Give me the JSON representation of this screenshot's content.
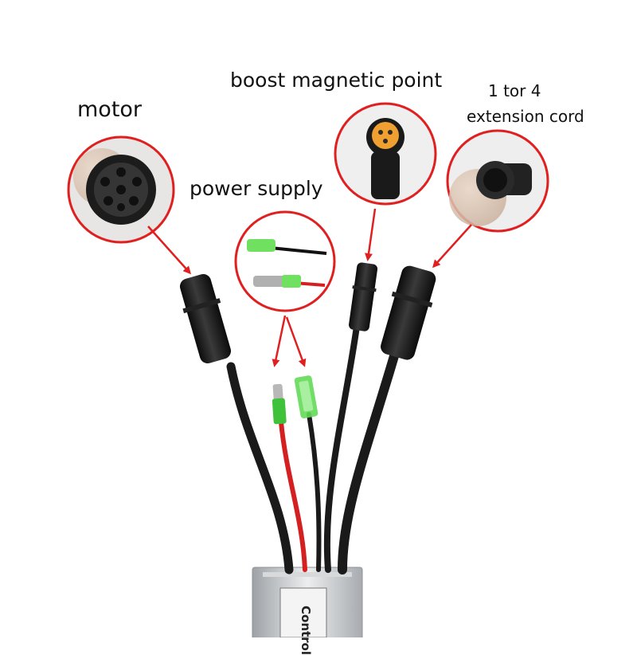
{
  "labels": {
    "motor": "motor",
    "power_supply": "power supply",
    "boost": "boost magnetic point",
    "extension_line1": "1 tor 4",
    "extension_line2": "extension cord",
    "controller": "Control"
  },
  "colors": {
    "callout_circle": "#e02020",
    "arrow": "#e02020",
    "cable": "#1a1a1a",
    "red_wire": "#d42020",
    "terminal_green": "#55d24a",
    "controller_body": "#c9cccf"
  }
}
